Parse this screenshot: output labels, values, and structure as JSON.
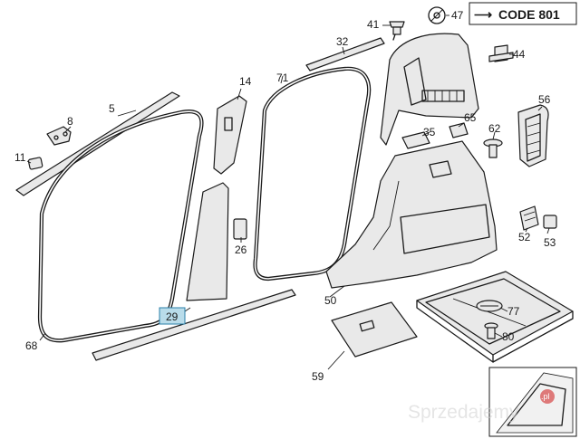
{
  "header": {
    "code_label": "CODE 801",
    "arrow_glyph": "⟶"
  },
  "part_numbers": [
    {
      "id": "p5",
      "label": "5"
    },
    {
      "id": "p8",
      "label": "8"
    },
    {
      "id": "p11",
      "label": "11"
    },
    {
      "id": "p14",
      "label": "14"
    },
    {
      "id": "p26",
      "label": "26"
    },
    {
      "id": "p29",
      "label": "29"
    },
    {
      "id": "p32",
      "label": "32"
    },
    {
      "id": "p35",
      "label": "35"
    },
    {
      "id": "p41",
      "label": "41"
    },
    {
      "id": "p44",
      "label": "44"
    },
    {
      "id": "p47",
      "label": "47"
    },
    {
      "id": "p50",
      "label": "50"
    },
    {
      "id": "p52",
      "label": "52"
    },
    {
      "id": "p53",
      "label": "53"
    },
    {
      "id": "p56",
      "label": "56"
    },
    {
      "id": "p59",
      "label": "59"
    },
    {
      "id": "p62",
      "label": "62"
    },
    {
      "id": "p65",
      "label": "65"
    },
    {
      "id": "p68",
      "label": "68"
    },
    {
      "id": "p71",
      "label": "71"
    },
    {
      "id": "p77",
      "label": "77"
    },
    {
      "id": "p80",
      "label": "80"
    }
  ],
  "highlight": {
    "part": "29",
    "color": "#b9dcea"
  },
  "watermark": {
    "text": "Sprzedajemy",
    "badge": ".pl"
  },
  "icons": {
    "washer": "washer-icon",
    "clip": "push-clip-icon"
  }
}
